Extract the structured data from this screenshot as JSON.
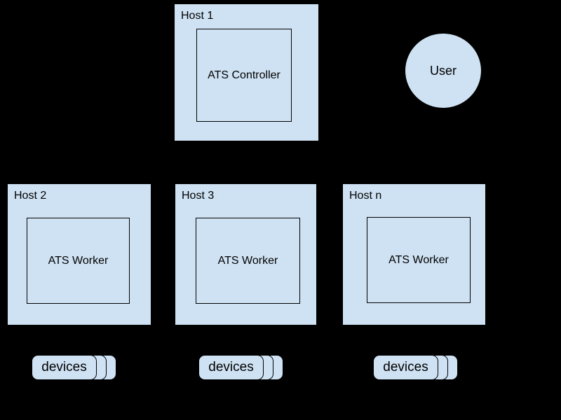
{
  "colors": {
    "background": "#000000",
    "node_fill": "#cfe2f3",
    "border": "#000000",
    "text": "#000000"
  },
  "hosts": [
    {
      "label": "Host 1",
      "component": "ATS Controller"
    },
    {
      "label": "Host 2",
      "component": "ATS Worker"
    },
    {
      "label": "Host 3",
      "component": "ATS Worker"
    },
    {
      "label": "Host n",
      "component": "ATS Worker"
    }
  ],
  "user": {
    "label": "User"
  },
  "device_stacks": [
    {
      "label": "devices"
    },
    {
      "label": "devices"
    },
    {
      "label": "devices"
    }
  ]
}
